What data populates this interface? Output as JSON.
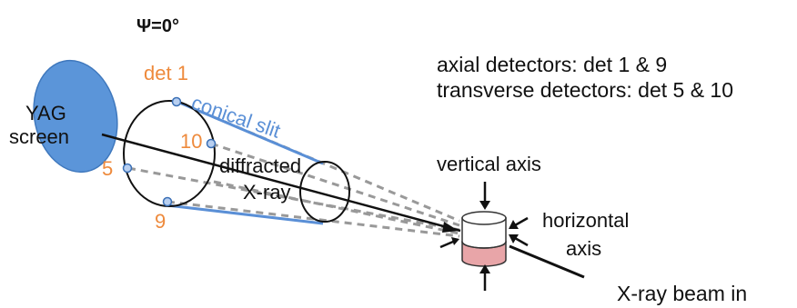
{
  "angle_label": "Ψ=0°",
  "notes": {
    "axial": "axial detectors: det 1 & 9",
    "transverse": "transverse detectors: det 5 & 10"
  },
  "yag_screen": {
    "line1": "YAG",
    "line2": "screen"
  },
  "detectors": {
    "det1": "det 1",
    "det5": "5",
    "det9": "9",
    "det10": "10"
  },
  "conical_slit": "conical slit",
  "diffracted": {
    "line1": "diffracted",
    "line2": "X-ray"
  },
  "sample": {
    "vertical_axis": "vertical axis",
    "horizontal_axis_line1": "horizontal",
    "horizontal_axis_line2": "axis"
  },
  "beam_in": "X-ray beam in",
  "colors": {
    "detector_label": "#ee8a3c",
    "slit": "#5a8fd6",
    "screen_fill": "#5b95d9",
    "sample_bottom": "#e8a5a8",
    "dashes": "#999999"
  }
}
